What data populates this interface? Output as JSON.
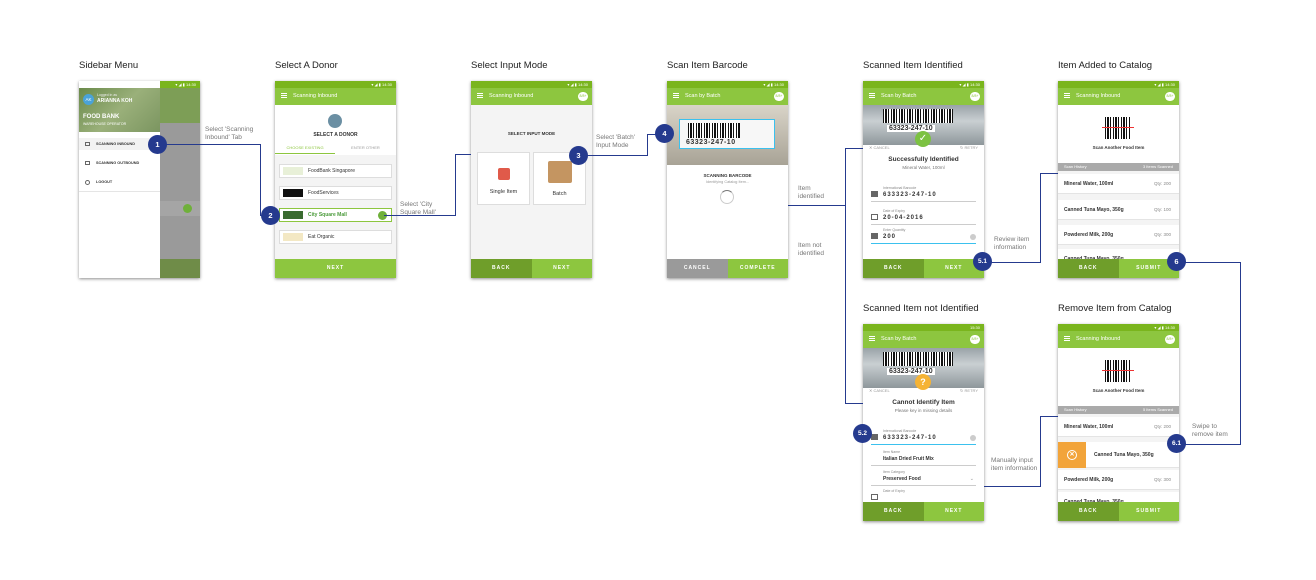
{
  "flows": {
    "sidebar_menu": "Sidebar Menu",
    "select_donor": "Select A Donor",
    "select_input_mode": "Select Input Mode",
    "scan_item_barcode": "Scan Item Barcode",
    "scanned_identified": "Scanned Item Identified",
    "item_added": "Item Added to Catalog",
    "scanned_not_identified": "Scanned Item not Identified",
    "remove_item": "Remove Item from Catalog"
  },
  "steps": [
    "1",
    "2",
    "3",
    "4",
    "5.1",
    "6",
    "5.2",
    "6.1"
  ],
  "annotations": {
    "a1": "Select 'Scanning Inbound' Tab",
    "a2": "Select 'City Square Mall'",
    "a3": "Select 'Batch' Input Mode",
    "a4a": "Item identified",
    "a4b": "Item not identified",
    "a51": "Review item information",
    "a52": "Manually input item information",
    "a61": "Swipe to remove item"
  },
  "status_time": "▾ ◢ ▮ 14:30",
  "s1": {
    "logged_in": "Logged in as",
    "user": "ARIANNA KOH",
    "avatar": "AK",
    "org": "FOOD BANK",
    "role": "WAREHOUSE OPERATOR",
    "menu": [
      "SCANNING INBOUND",
      "SCANNING OUTBOUND",
      "LOGOUT"
    ]
  },
  "s2": {
    "title": "Scanning Inbound",
    "heading": "SELECT A DONOR",
    "tab_existing": "CHOOSE EXISTING",
    "tab_other": "ENTER OTHER",
    "donors": [
      "FoodBank Singapore",
      "FoodServices",
      "City Square Mall",
      "Eat Organic"
    ],
    "next": "NEXT"
  },
  "s3": {
    "title": "Scanning Inbound",
    "badge": "8/8+",
    "heading": "SELECT INPUT MODE",
    "single": "Single Item",
    "batch": "Batch",
    "back": "BACK",
    "next": "NEXT"
  },
  "s4": {
    "title": "Scan by Batch",
    "barcode_num": "63323-247-10",
    "scanning": "SCANNING BARCODE",
    "identifying": "Identifying Catalog Item...",
    "cancel": "CANCEL",
    "complete": "COMPLETE"
  },
  "s5": {
    "title": "Scan by Batch",
    "cancel": "✕ CANCEL",
    "retry": "↻ RETRY",
    "heading": "Successfully Identified",
    "sub": "Mineral Water, 100ml",
    "barcode_label": "International Barcode",
    "barcode": "633323-247-10",
    "expiry_label": "Date of Expiry",
    "expiry": "20-04-2016",
    "qty_label": "Enter Quantity",
    "qty": "200",
    "back": "BACK",
    "next": "NEXT"
  },
  "s6": {
    "title": "Scanning Inbound",
    "scan_another": "Scan Another Food Item",
    "history": "Scan History",
    "count": "3 Items Scanned",
    "items": [
      {
        "name": "Mineral Water, 100ml",
        "qty": "Qty: 200"
      },
      {
        "name": "Canned Tuna Mayo, 350g",
        "qty": "Qty: 100"
      },
      {
        "name": "Powdered Milk, 200g",
        "qty": "Qty: 300"
      },
      {
        "name": "Canned Tuna Mayo, 350g",
        "qty": ""
      }
    ],
    "back": "BACK",
    "submit": "SUBMIT"
  },
  "s7": {
    "title": "Scan by Batch",
    "time": "15:30",
    "heading": "Cannot Identify Item",
    "sub": "Please key in missing details",
    "barcode_label": "International Barcode",
    "barcode": "633323-247-10",
    "name_label": "Item Name",
    "name": "Italian Dried Fruit Mix",
    "cat_label": "Item Category",
    "cat": "Preserved Food",
    "expiry_label": "Date of Expiry",
    "back": "BACK",
    "next": "NEXT"
  },
  "s8": {
    "title": "Scanning Inbound",
    "scan_another": "Scan Another Food Item",
    "history": "Scan History",
    "count": "5 Items Scanned",
    "items": [
      {
        "name": "Mineral Water, 100ml",
        "qty": "Qty: 200"
      },
      {
        "name": "Canned Tuna Mayo, 350g",
        "qty": ""
      },
      {
        "name": "Powdered Milk, 200g",
        "qty": "Qty: 300"
      },
      {
        "name": "Canned Tuna Mayo, 350g",
        "qty": ""
      }
    ],
    "back": "BACK",
    "submit": "SUBMIT"
  }
}
